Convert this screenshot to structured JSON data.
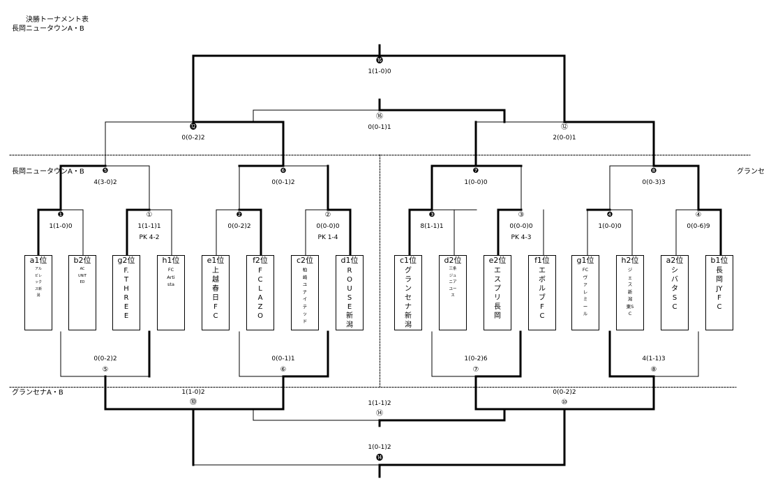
{
  "title": "決勝トーナメント表",
  "side_labels": {
    "top_left": "長岡ニュータウンA・B",
    "mid_left": "長岡ニュータウンA・B",
    "mid_right": "グランセナA・B",
    "bottom_left": "グランセナA・B"
  },
  "teams": [
    {
      "rank": "a1位",
      "name": "アルビレックス新潟"
    },
    {
      "rank": "b2位",
      "name": "AC UNITED"
    },
    {
      "rank": "g2位",
      "name": "F.THREE"
    },
    {
      "rank": "h1位",
      "name": "FC Artista"
    },
    {
      "rank": "e1位",
      "name": "上越春日FC"
    },
    {
      "rank": "f2位",
      "name": "FC LAZO"
    },
    {
      "rank": "c2位",
      "name": "柏崎ユナイテッド"
    },
    {
      "rank": "d1位",
      "name": "ROUSE新潟"
    },
    {
      "rank": "c1位",
      "name": "グランセナ新潟"
    },
    {
      "rank": "d2位",
      "name": "三条ジュニアユース"
    },
    {
      "rank": "e2位",
      "name": "エスプリ長岡"
    },
    {
      "rank": "f1位",
      "name": "エボルブFC"
    },
    {
      "rank": "g1位",
      "name": "FCヴァレミール"
    },
    {
      "rank": "h2位",
      "name": "ジェス新潟東SC"
    },
    {
      "rank": "a2位",
      "name": "シバタSC"
    },
    {
      "rank": "b1位",
      "name": "長岡JYFC"
    }
  ],
  "marks": {
    "final_top": "⓰",
    "third_top": "⑯",
    "sf_top_left": "⓬",
    "sf_top_right": "⑫",
    "qf5_top": "❺",
    "qf6_top": "❻",
    "qf7_top": "❼",
    "qf8_top": "❽",
    "r1_1": "❶",
    "r1_1b": "①",
    "r1_2": "❷",
    "r1_2b": "②",
    "r1_3": "❸",
    "r1_3b": "③",
    "r1_4": "❹",
    "r1_4b": "④",
    "cons5": "⑤",
    "cons6": "⑥",
    "cons7": "⑦",
    "cons8": "⑧",
    "sf_bot_left": "⓾",
    "sf_bot_right": "⑩",
    "third_bot": "⑭",
    "final_bot": "⓮"
  },
  "results": {
    "final_top": "1(1-0)0",
    "third_top": "0(0-1)1",
    "sf_top_left": "0(0-2)2",
    "sf_top_right": "2(0-0)1",
    "qf5_top": "4(3-0)2",
    "qf6_top": "0(0-1)2",
    "qf7_top": "1(0-0)0",
    "qf8_top": "0(0-3)3",
    "r1_1": "1(1-0)0",
    "r1_1b": "1(1-1)1",
    "r1_1b_pk": "PK 4-2",
    "r1_2": "0(0-2)2",
    "r1_2b": "0(0-0)0",
    "r1_2b_pk": "PK 1-4",
    "r1_3": "8(1-1)1",
    "r1_3b": "0(0-0)0",
    "r1_3b_pk": "PK 4-3",
    "r1_4": "1(0-0)0",
    "r1_4b": "0(0-6)9",
    "cons5": "0(0-2)2",
    "cons6": "0(0-1)1",
    "cons7": "1(0-2)6",
    "cons8": "4(1-1)3",
    "sf_bot_left": "1(1-0)2",
    "sf_bot_right": "0(0-2)2",
    "third_bot": "1(1-1)2",
    "final_bot": "1(0-1)2"
  }
}
